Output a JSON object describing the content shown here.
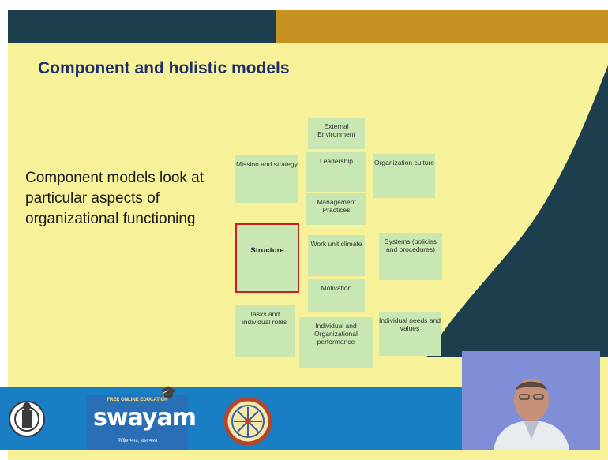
{
  "slide": {
    "title": "Component and holistic models",
    "body_text": "Component models look at particular aspects of organizational functioning"
  },
  "diagram": {
    "boxes": [
      {
        "id": "external-environment",
        "label": "External Environment"
      },
      {
        "id": "mission-strategy",
        "label": "Mission and strategy"
      },
      {
        "id": "leadership",
        "label": "Leadership"
      },
      {
        "id": "organization-culture",
        "label": "Organization culture"
      },
      {
        "id": "management-practices",
        "label": "Management Practices"
      },
      {
        "id": "structure",
        "label": "Structure",
        "highlighted": true
      },
      {
        "id": "work-unit-climate",
        "label": "Work unit climate"
      },
      {
        "id": "systems",
        "label": "Systems (policies and procedures)"
      },
      {
        "id": "motivation",
        "label": "Motivation"
      },
      {
        "id": "tasks-roles",
        "label": "Tasks and individual roles"
      },
      {
        "id": "individual-org-performance",
        "label": "Individual and Organizational performance"
      },
      {
        "id": "individual-needs-values",
        "label": "Individual needs and values"
      }
    ],
    "highlight_color": "#cc1f1f",
    "box_color": "#c9e7b3"
  },
  "footer": {
    "swayam_top": "FREE ONLINE EDUCATION",
    "swayam_word": "swayam",
    "swayam_tagline": "शिक्षित भारत, उन्नत भारत"
  },
  "colors": {
    "slide_bg": "#f7f29a",
    "topbar_dark": "#1c3e4d",
    "topbar_gold": "#c69222",
    "title": "#1f2f6b",
    "footer": "#1a7ec4"
  }
}
